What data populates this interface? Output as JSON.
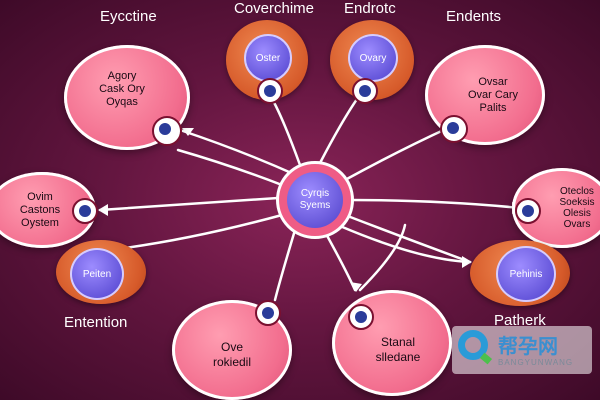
{
  "top_labels": [
    "Eycctine",
    "Coverchime",
    "Endrotc",
    "Endents"
  ],
  "side_labels": [
    "Entention",
    "Patherk"
  ],
  "center": {
    "line1": "Cyrqis",
    "line2": "Syems"
  },
  "nodes": {
    "tl": [
      "Agory",
      "Cask Ory",
      "Oyqas"
    ],
    "tr": [
      "Ovsar",
      "Ovar Cary",
      "Palits"
    ],
    "ml": [
      "Ovim",
      "Castons",
      "Oystem"
    ],
    "mr": [
      "Oteclos",
      "Soeksis",
      "Olesis",
      "Ovars"
    ],
    "bl": [
      "Ove",
      "rokiedil"
    ],
    "bm": [
      "Stanal",
      "slledane"
    ]
  },
  "orbs": {
    "top1": "Oster",
    "top2": "Ovary",
    "left": "Peiten",
    "right": "Pehinis"
  },
  "watermark": {
    "cn": "帮孕网",
    "en": "BANGYUNWANG"
  }
}
